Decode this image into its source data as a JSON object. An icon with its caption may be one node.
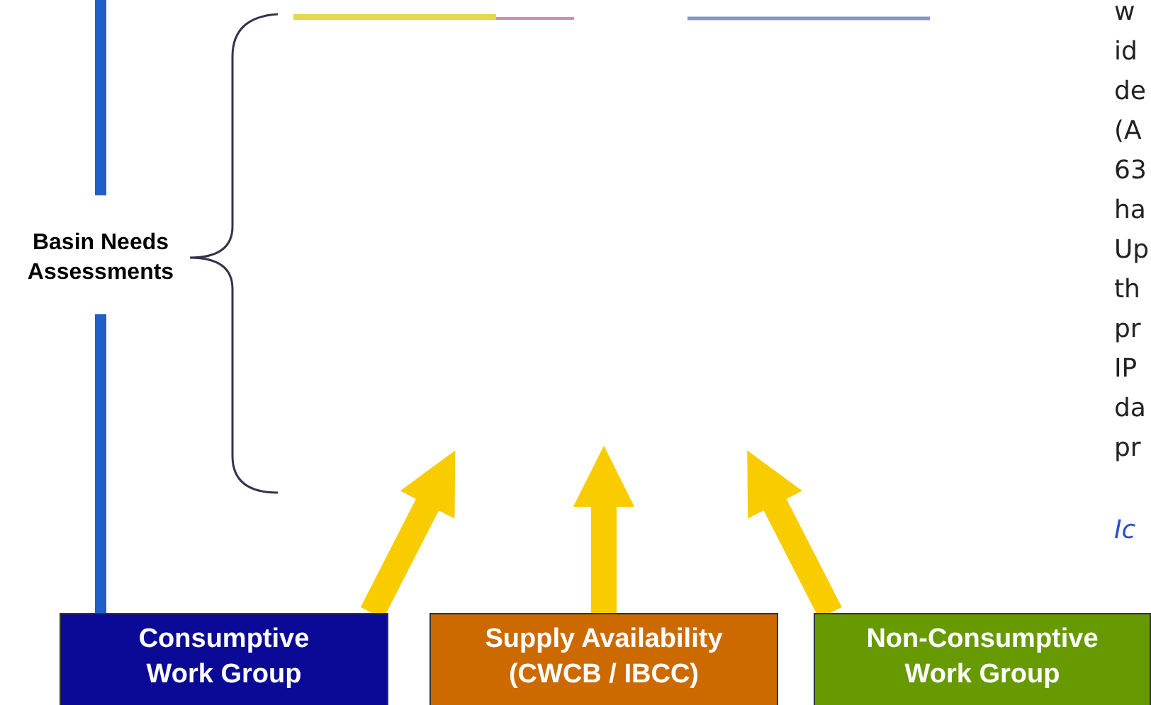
{
  "diagram": {
    "nodes": [
      {
        "text": [
          "Basin Needs Assessments"
        ]
      },
      {
        "text": [
          "Consumptive Work Group"
        ]
      },
      {
        "text": [
          "Supply Availability (CWCB / IBCC)"
        ]
      },
      {
        "text": [
          "Non-Consumptive Work Group"
        ]
      }
    ],
    "edges": [
      {
        "from": 1,
        "to": null,
        "arrow": "to"
      },
      {
        "from": 2,
        "to": null,
        "arrow": "to"
      },
      {
        "from": 3,
        "to": null,
        "arrow": "to"
      }
    ],
    "labels": [
      "w",
      "id",
      "de",
      "(A",
      "63",
      "ha",
      "Up",
      "th",
      "pr",
      "IP",
      "da",
      "pr",
      "Ic"
    ]
  }
}
